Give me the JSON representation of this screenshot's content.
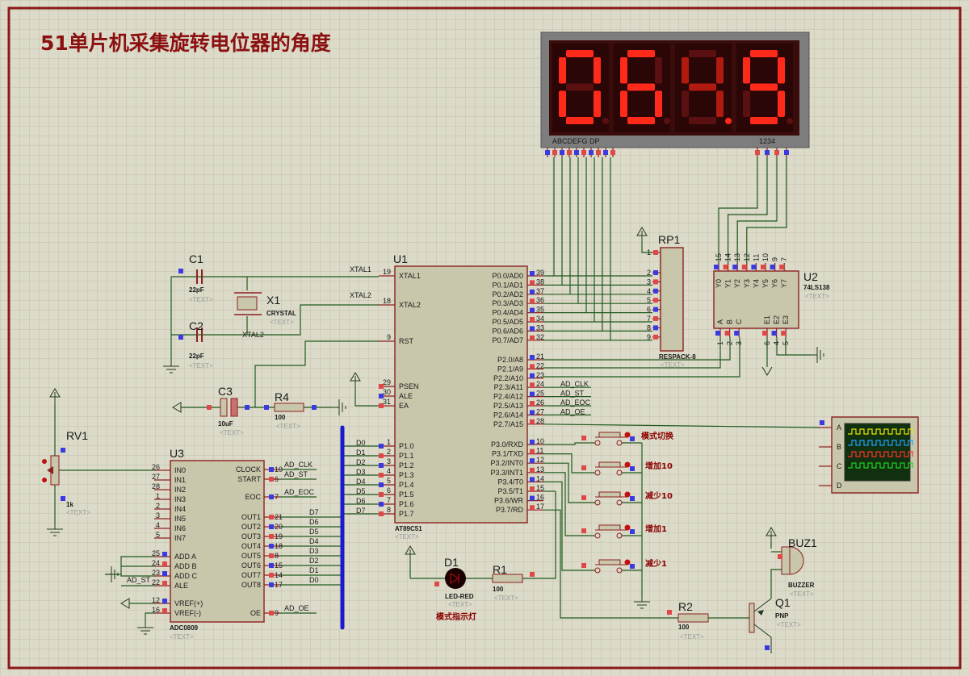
{
  "title": "51单片机采集旋转电位器的角度",
  "display": {
    "digits": [
      "0",
      "6",
      "4",
      "9"
    ],
    "decimal_point_after_digit": 3,
    "segment_label": "ABCDEFG  DP",
    "digit_label": "1234",
    "on_color": "#ff2a1a",
    "off_color": "#5a1010"
  },
  "u1": {
    "ref": "U1",
    "part": "AT89C51",
    "text": "<TEXT>",
    "left_pins": [
      {
        "num": "19",
        "name": "XTAL1"
      },
      {
        "num": "18",
        "name": "XTAL2"
      },
      {
        "num": "9",
        "name": "RST"
      },
      {
        "num": "29",
        "name": "PSEN"
      },
      {
        "num": "30",
        "name": "ALE"
      },
      {
        "num": "31",
        "name": "EA"
      },
      {
        "num": "1",
        "name": "P1.0"
      },
      {
        "num": "2",
        "name": "P1.1"
      },
      {
        "num": "3",
        "name": "P1.2"
      },
      {
        "num": "4",
        "name": "P1.3"
      },
      {
        "num": "5",
        "name": "P1.4"
      },
      {
        "num": "6",
        "name": "P1.5"
      },
      {
        "num": "7",
        "name": "P1.6"
      },
      {
        "num": "8",
        "name": "P1.7"
      }
    ],
    "right_pins": [
      {
        "num": "39",
        "name": "P0.0/AD0"
      },
      {
        "num": "38",
        "name": "P0.1/AD1"
      },
      {
        "num": "37",
        "name": "P0.2/AD2"
      },
      {
        "num": "36",
        "name": "P0.3/AD3"
      },
      {
        "num": "35",
        "name": "P0.4/AD4"
      },
      {
        "num": "34",
        "name": "P0.5/AD5"
      },
      {
        "num": "33",
        "name": "P0.6/AD6"
      },
      {
        "num": "32",
        "name": "P0.7/AD7"
      },
      {
        "num": "21",
        "name": "P2.0/A8"
      },
      {
        "num": "22",
        "name": "P2.1/A9"
      },
      {
        "num": "23",
        "name": "P2.2/A10"
      },
      {
        "num": "24",
        "name": "P2.3/A11"
      },
      {
        "num": "25",
        "name": "P2.4/A12"
      },
      {
        "num": "26",
        "name": "P2.5/A13"
      },
      {
        "num": "27",
        "name": "P2.6/A14"
      },
      {
        "num": "28",
        "name": "P2.7/A15"
      },
      {
        "num": "10",
        "name": "P3.0/RXD"
      },
      {
        "num": "11",
        "name": "P3.1/TXD"
      },
      {
        "num": "12",
        "name": "P3.2/INT0"
      },
      {
        "num": "13",
        "name": "P3.3/INT1"
      },
      {
        "num": "14",
        "name": "P3.4/T0"
      },
      {
        "num": "15",
        "name": "P3.5/T1"
      },
      {
        "num": "16",
        "name": "P3.6/WR"
      },
      {
        "num": "17",
        "name": "P3.7/RD"
      }
    ],
    "p1_nets": [
      "D0",
      "D1",
      "D2",
      "D3",
      "D4",
      "D5",
      "D6",
      "D7"
    ],
    "p2_nets": [
      "AD_CLK",
      "AD_ST",
      "AD_EOC",
      "AD_OE"
    ],
    "xtal_nets": [
      "XTAL1",
      "XTAL2"
    ]
  },
  "u3": {
    "ref": "U3",
    "part": "ADC0809",
    "text": "<TEXT>",
    "left_pins": [
      {
        "num": "26",
        "name": "IN0"
      },
      {
        "num": "27",
        "name": "IN1"
      },
      {
        "num": "28",
        "name": "IN2"
      },
      {
        "num": "1",
        "name": "IN3"
      },
      {
        "num": "2",
        "name": "IN4"
      },
      {
        "num": "3",
        "name": "IN5"
      },
      {
        "num": "4",
        "name": "IN6"
      },
      {
        "num": "5",
        "name": "IN7"
      },
      {
        "num": "25",
        "name": "ADD A"
      },
      {
        "num": "24",
        "name": "ADD B"
      },
      {
        "num": "23",
        "name": "ADD C"
      },
      {
        "num": "22",
        "name": "ALE"
      },
      {
        "num": "12",
        "name": "VREF(+)"
      },
      {
        "num": "16",
        "name": "VREF(-)"
      }
    ],
    "right_pins": [
      {
        "num": "10",
        "name": "CLOCK",
        "net": "AD_CLK"
      },
      {
        "num": "6",
        "name": "START",
        "net": "AD_ST"
      },
      {
        "num": "7",
        "name": "EOC",
        "net": "AD_EOC"
      },
      {
        "num": "21",
        "name": "OUT1",
        "net": "D7"
      },
      {
        "num": "20",
        "name": "OUT2",
        "net": "D6"
      },
      {
        "num": "19",
        "name": "OUT3",
        "net": "D5"
      },
      {
        "num": "18",
        "name": "OUT4",
        "net": "D4"
      },
      {
        "num": "8",
        "name": "OUT5",
        "net": "D3"
      },
      {
        "num": "15",
        "name": "OUT6",
        "net": "D2"
      },
      {
        "num": "14",
        "name": "OUT7",
        "net": "D1"
      },
      {
        "num": "17",
        "name": "OUT8",
        "net": "D0"
      },
      {
        "num": "9",
        "name": "OE",
        "net": "AD_OE"
      }
    ],
    "ale_net": "AD_ST"
  },
  "rp1": {
    "ref": "RP1",
    "part": "RESPACK-8",
    "text": "<TEXT>",
    "pins": [
      "1",
      "2",
      "3",
      "4",
      "5",
      "6",
      "7",
      "8",
      "9"
    ]
  },
  "u2": {
    "ref": "U2",
    "part": "74LS138",
    "text": "<TEXT>",
    "top_pins": [
      {
        "num": "15",
        "name": "Y0"
      },
      {
        "num": "14",
        "name": "Y1"
      },
      {
        "num": "13",
        "name": "Y2"
      },
      {
        "num": "12",
        "name": "Y3"
      },
      {
        "num": "11",
        "name": "Y4"
      },
      {
        "num": "10",
        "name": "Y5"
      },
      {
        "num": "9",
        "name": "Y6"
      },
      {
        "num": "7",
        "name": "Y7"
      }
    ],
    "bottom_pins": [
      {
        "num": "1",
        "name": "A"
      },
      {
        "num": "2",
        "name": "B"
      },
      {
        "num": "3",
        "name": "C"
      },
      {
        "num": "6",
        "name": "E1"
      },
      {
        "num": "4",
        "name": "E2"
      },
      {
        "num": "5",
        "name": "E3"
      }
    ]
  },
  "scope": {
    "channels": [
      "A",
      "B",
      "C",
      "D"
    ],
    "trace_colors": [
      "#e8e800",
      "#20a0ff",
      "#ff3030",
      "#20d020"
    ]
  },
  "components": {
    "c1": {
      "ref": "C1",
      "value": "22pF",
      "text": "<TEXT>"
    },
    "c2": {
      "ref": "C2",
      "value": "22pF",
      "text": "<TEXT>"
    },
    "x1": {
      "ref": "X1",
      "value": "CRYSTAL",
      "text": "<TEXT>",
      "net": "XTAL2"
    },
    "c3": {
      "ref": "C3",
      "value": "10uF",
      "text": "<TEXT>"
    },
    "r4": {
      "ref": "R4",
      "value": "100",
      "text": "<TEXT>"
    },
    "rv1": {
      "ref": "RV1",
      "value": "1k",
      "text": "<TEXT>"
    },
    "d1": {
      "ref": "D1",
      "value": "LED-RED",
      "text": "<TEXT>",
      "caption": "模式指示灯"
    },
    "r1": {
      "ref": "R1",
      "value": "100",
      "text": "<TEXT>"
    },
    "r2": {
      "ref": "R2",
      "value": "100",
      "text": "<TEXT>"
    },
    "q1": {
      "ref": "Q1",
      "value": "PNP",
      "text": "<TEXT>"
    },
    "buz1": {
      "ref": "BUZ1",
      "value": "BUZZER",
      "text": "<TEXT>"
    }
  },
  "buttons": [
    "模式切换",
    "增加10",
    "减少10",
    "增加1",
    "减少1"
  ],
  "colors": {
    "background": "#dcdac8",
    "grid": "#c3c1ae",
    "frame": "#8b1a1a",
    "wire": "#1f5a1f",
    "bus": "#1a1acc",
    "chip_fill": "#c9c7ab",
    "chip_border": "#8b2020"
  }
}
